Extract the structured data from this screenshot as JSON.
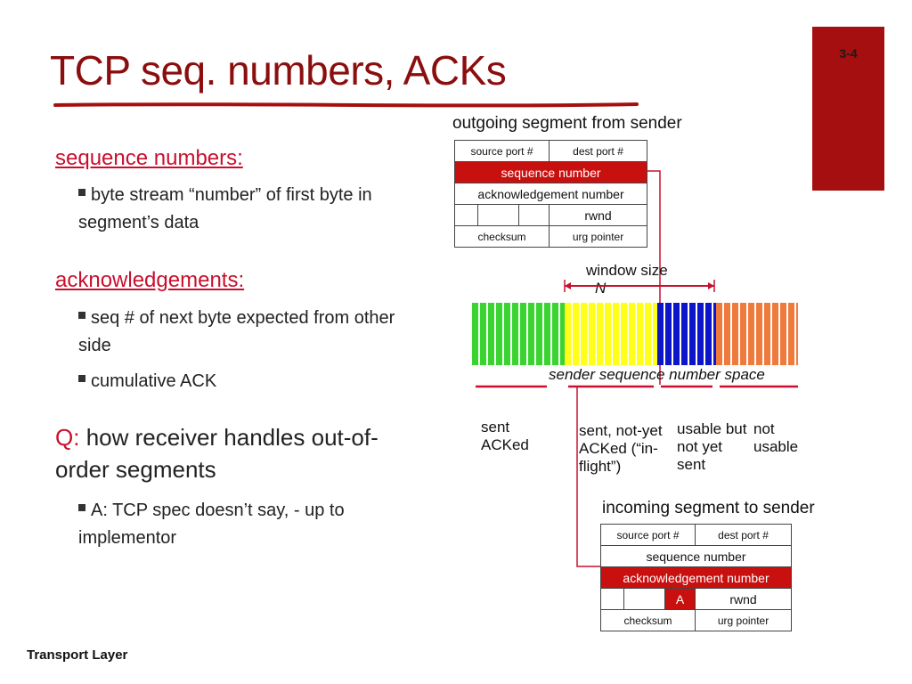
{
  "page_number": "3-4",
  "title": "TCP seq. numbers, ACKs",
  "left": {
    "seq_heading": "sequence numbers:",
    "seq_bullets": [
      "byte stream “number” of first byte in segment’s data"
    ],
    "ack_heading": "acknowledgements:",
    "ack_bullets": [
      "seq # of next byte expected from other side",
      "cumulative ACK"
    ],
    "q_label": "Q:",
    "q_text": "how receiver handles out-of-order segments",
    "q_bullets": [
      "A: TCP spec doesn’t say, - up to implementor"
    ]
  },
  "outgoing": {
    "caption": "outgoing segment from sender",
    "source_port": "source port #",
    "dest_port": "dest port #",
    "seq_number": "sequence number",
    "ack_number": "acknowledgement number",
    "rwnd": "rwnd",
    "checksum": "checksum",
    "urg_pointer": "urg pointer"
  },
  "window": {
    "label_line1": "window size",
    "label_line2": "N",
    "space_label": "sender sequence number space",
    "labels": {
      "sent_acked": "sent ACKed",
      "in_flight": "sent, not-yet ACKed (“in-flight”)",
      "usable": "usable but not yet sent",
      "not_usable": "not usable"
    },
    "colors": {
      "green": "#39d42f",
      "yellow": "#ffff1a",
      "blue": "#0c16c8",
      "orange": "#f07a3c",
      "arrow": "#c8102e"
    }
  },
  "incoming": {
    "caption": "incoming segment to sender",
    "source_port": "source port #",
    "dest_port": "dest port #",
    "seq_number": "sequence number",
    "ack_number": "acknowledgement number",
    "a_flag": "A",
    "rwnd": "rwnd",
    "checksum": "checksum",
    "urg_pointer": "urg pointer"
  },
  "footer": "Transport Layer"
}
